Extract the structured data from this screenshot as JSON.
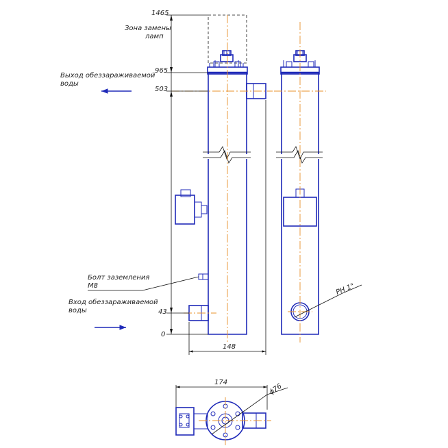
{
  "dimensions": {
    "height_1465": "1465",
    "height_965": "965",
    "height_503": "503",
    "height_43": "43",
    "height_0": "0",
    "width_148": "148",
    "width_174": "174",
    "diameter_76": "ϕ76"
  },
  "labels": {
    "lamp_zone_line1": "Зона замены",
    "lamp_zone_line2": "ламп",
    "outlet_line1": "Выход обеззараживаемой",
    "outlet_line2": "воды",
    "inlet_line1": "Вход обеззараживаемой",
    "inlet_line2": "воды",
    "bolt_line1": "Болт заземления",
    "bolt_line2": "М8",
    "thread": "РН 1\""
  },
  "colors": {
    "outline": "#1f2ab8",
    "centerline": "#e8902a",
    "dimension": "#111111"
  }
}
